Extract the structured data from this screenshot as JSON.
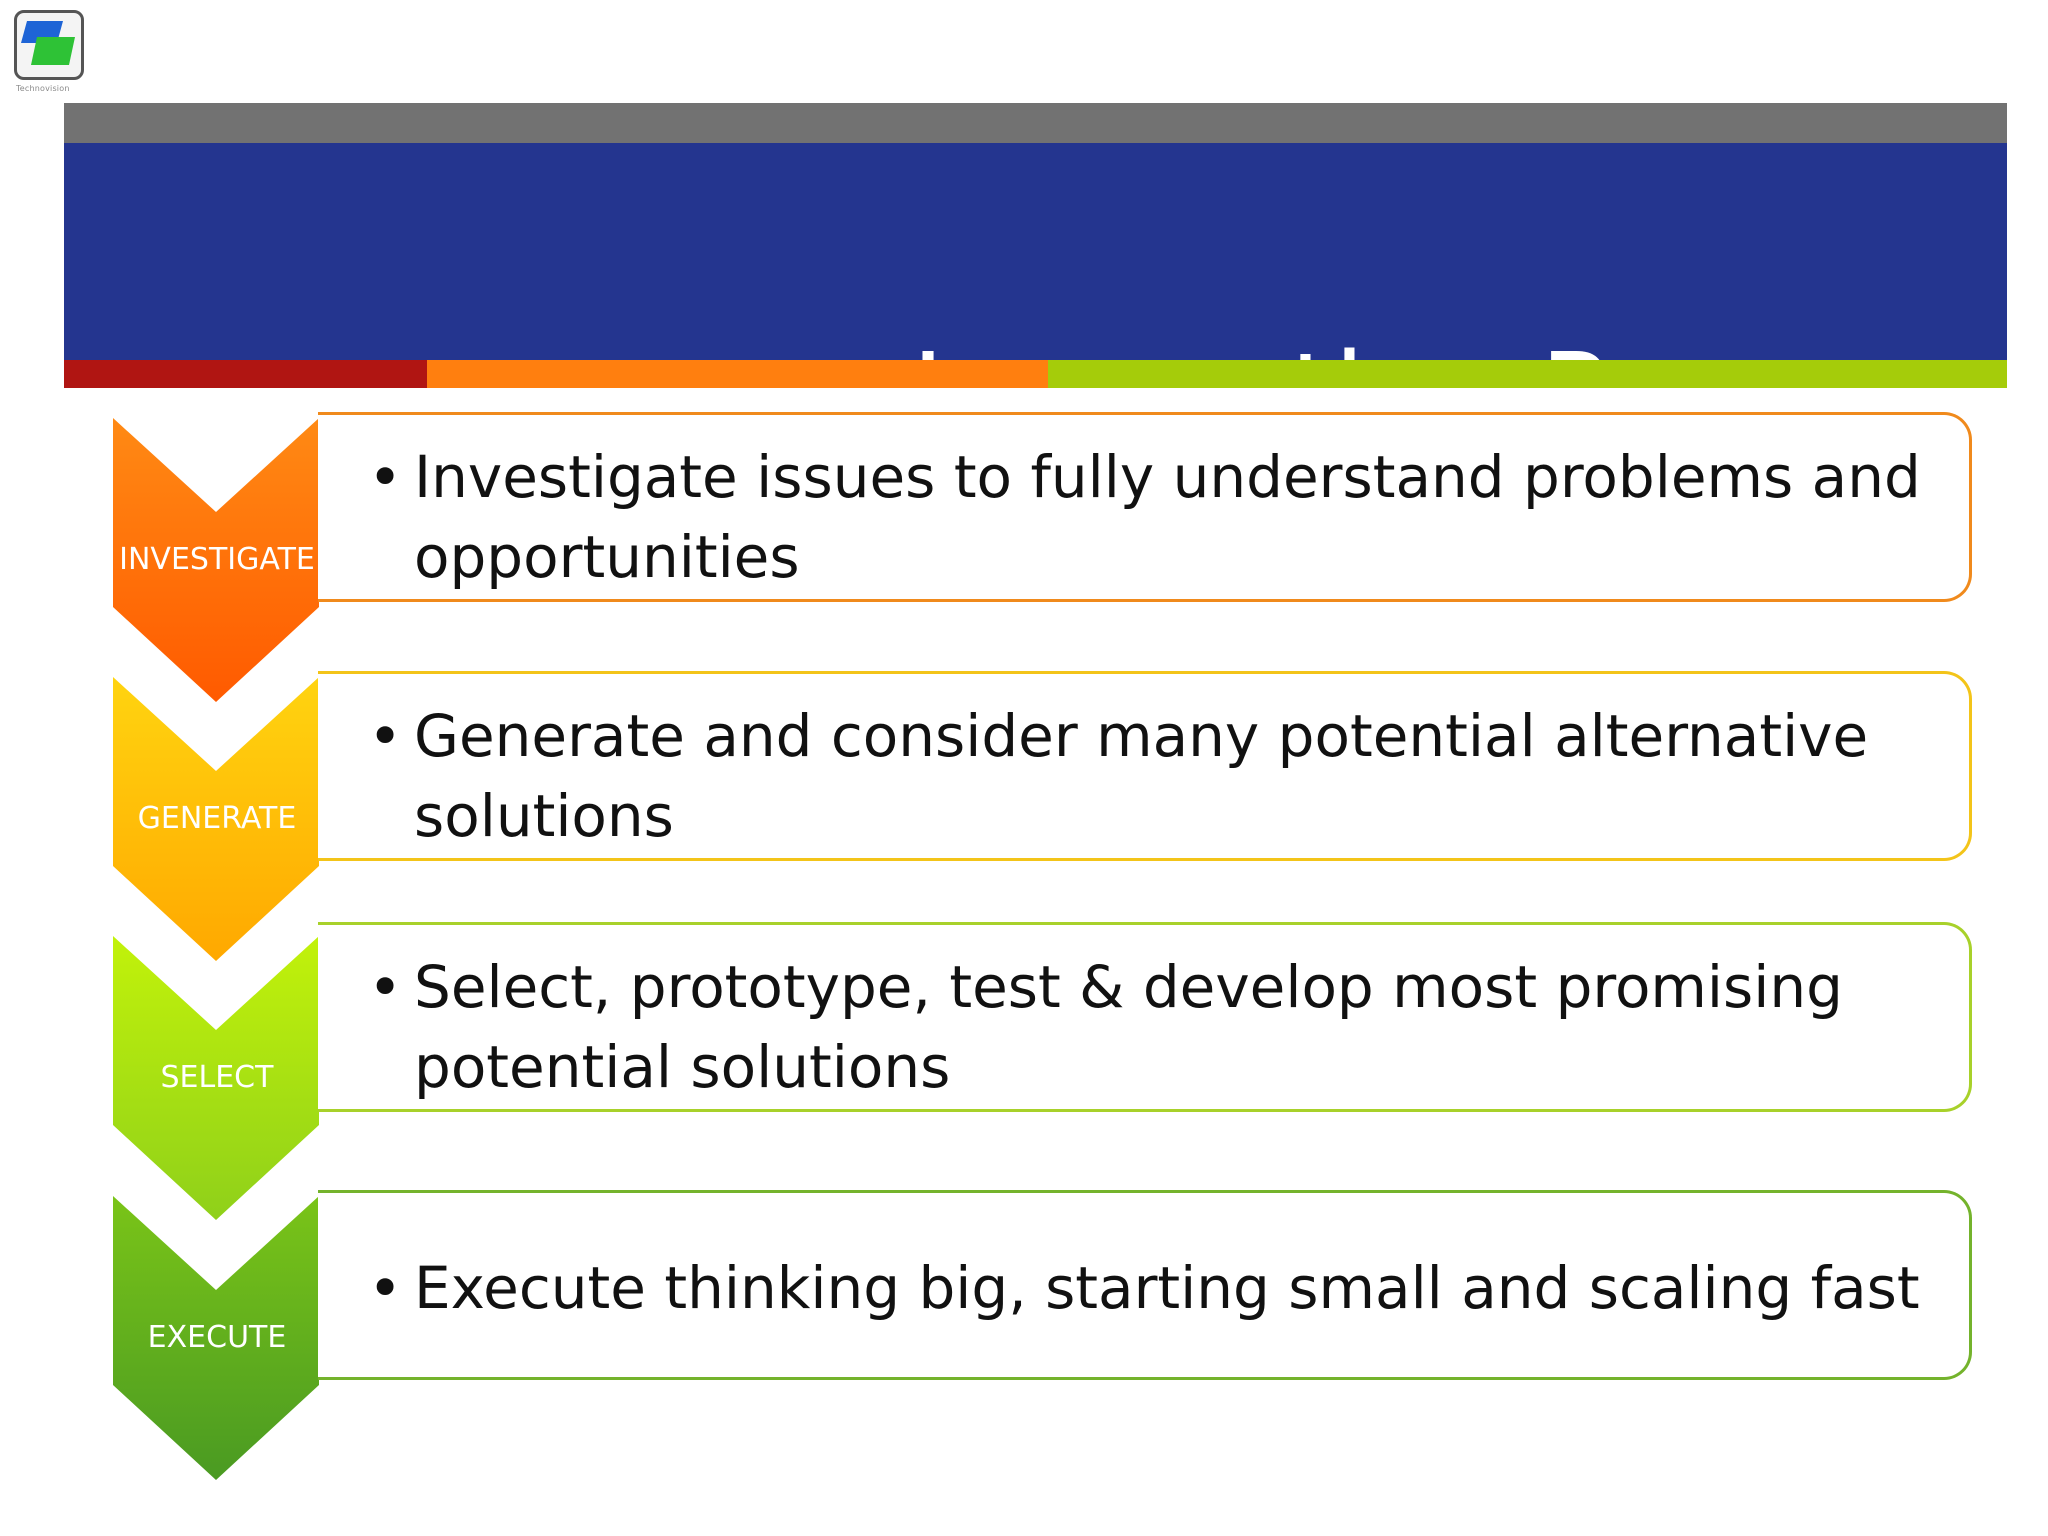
{
  "header": {
    "title": "Innovation Process"
  },
  "logo": {
    "caption": "Technovision",
    "colors": {
      "blue": "#1e64d6",
      "green": "#2ec236",
      "frame": "#555555"
    }
  },
  "colors": {
    "title_band_gray": "#727272",
    "title_band_blue": "#24358f",
    "stripe_red": "#b01512",
    "stripe_orange": "#ff7f0f",
    "stripe_green": "#a5cc0a"
  },
  "steps": [
    {
      "label": "INVESTIGATE",
      "bullet": "•",
      "text": "Investigate issues to fully understand problems and opportunities",
      "color_top": "#ff8a14",
      "color_bottom": "#ff5a00",
      "border": "#f08a1c"
    },
    {
      "label": "GENERATE",
      "bullet": "•",
      "text": "Generate and consider many potential alternative solutions",
      "color_top": "#ffd410",
      "color_bottom": "#ffa800",
      "border": "#f3c419"
    },
    {
      "label": "SELECT",
      "bullet": "•",
      "text": "Select, prototype, test & develop most promising potential solutions",
      "color_top": "#c2f20a",
      "color_bottom": "#8fd01a",
      "border": "#a8d12a"
    },
    {
      "label": "EXECUTE",
      "bullet": "•",
      "text": "Execute thinking big, starting small and scaling fast",
      "color_top": "#7ac418",
      "color_bottom": "#4a9a22",
      "border": "#74b32c"
    }
  ]
}
